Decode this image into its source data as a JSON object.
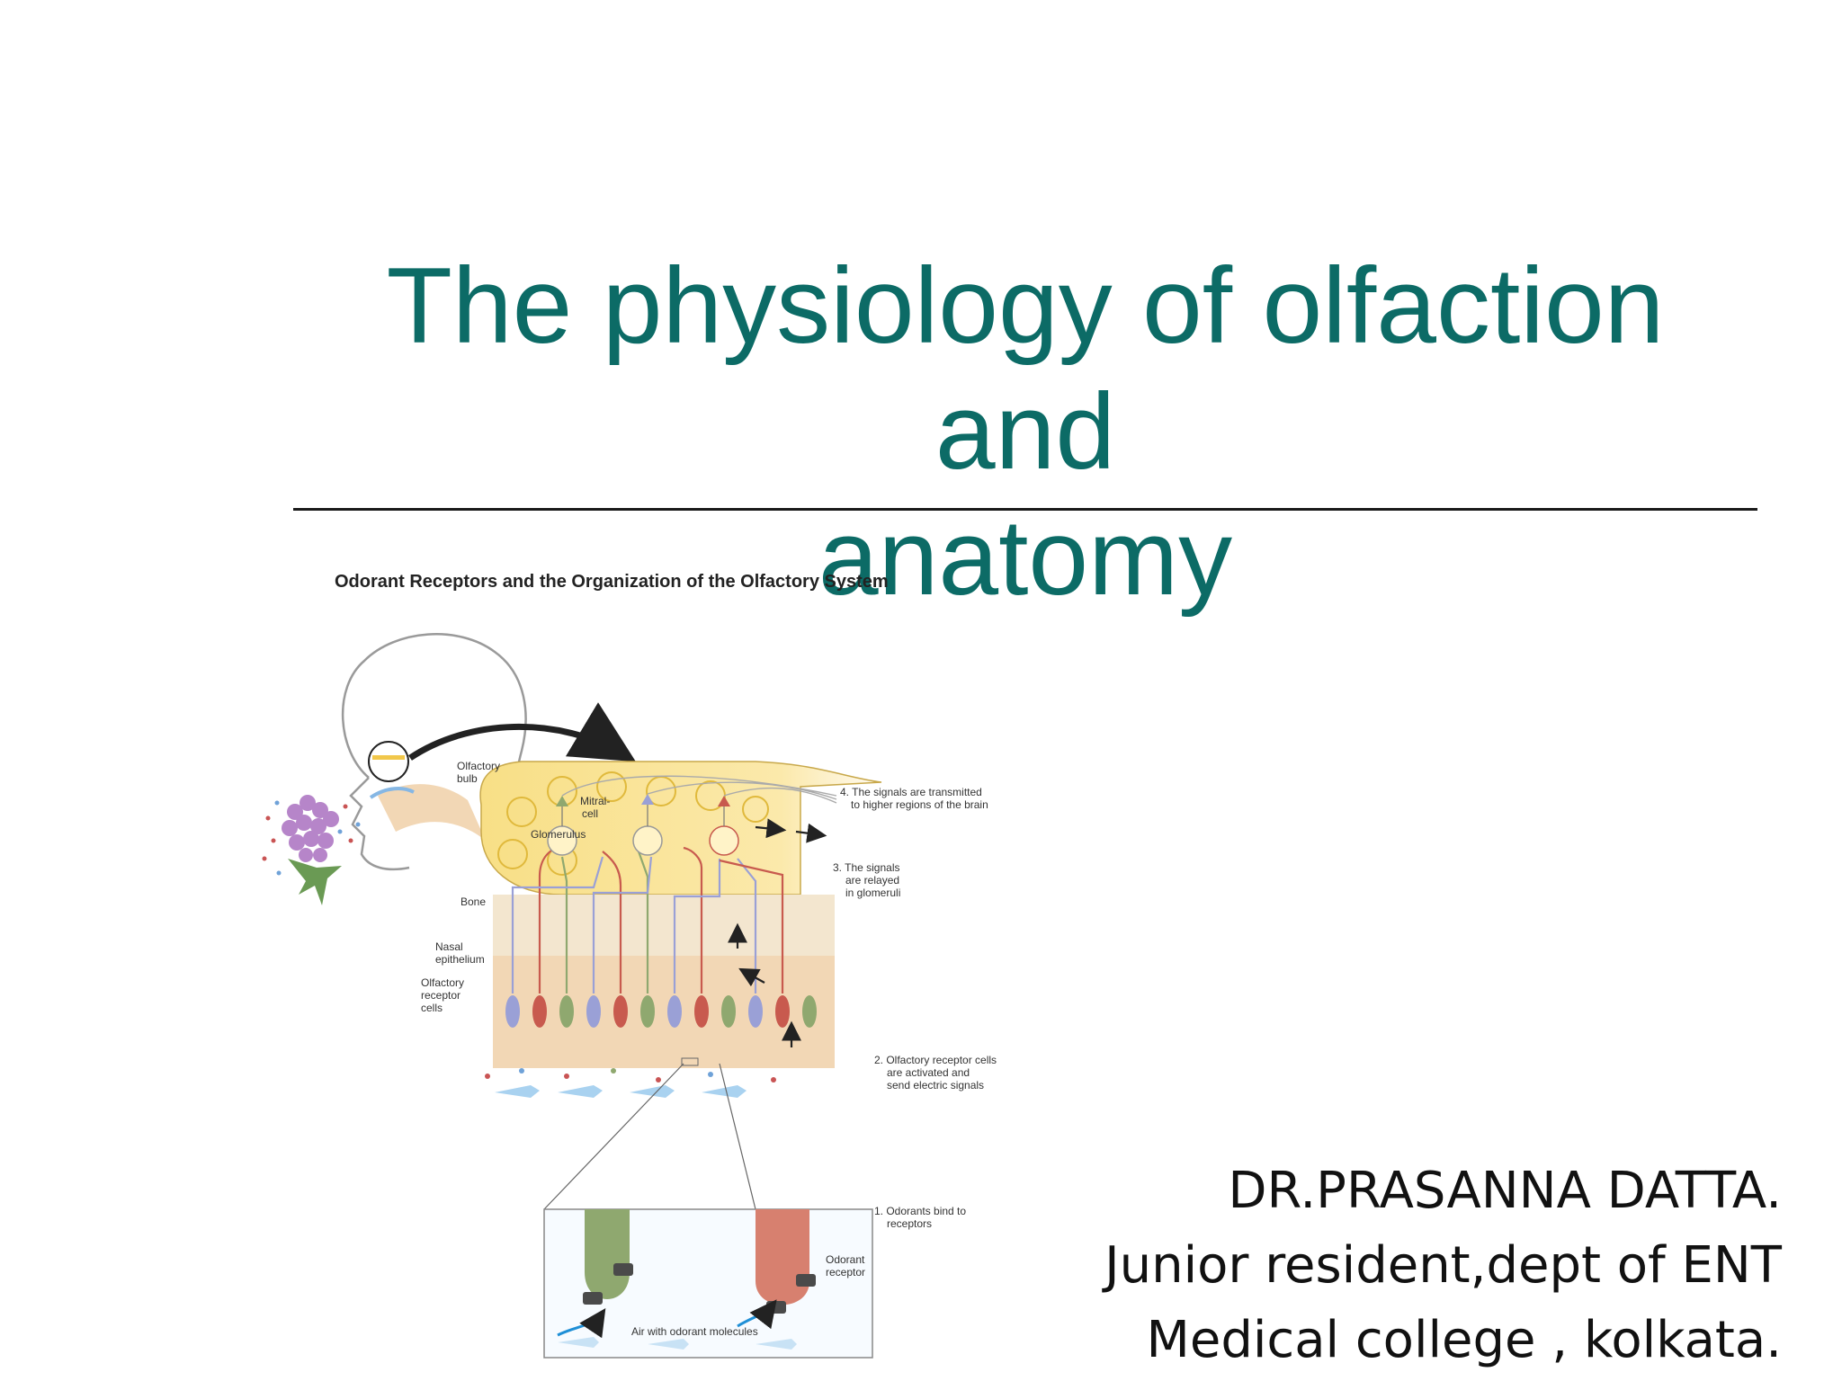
{
  "slide": {
    "title_line1": "The physiology of olfaction and",
    "title_line2": "anatomy",
    "colors": {
      "title": "#0c6b66",
      "rule": "#1a1a1a",
      "text": "#111111"
    }
  },
  "figure": {
    "title": "Odorant Receptors and the Organization of the Olfactory System",
    "labels": {
      "olfactory_bulb": [
        "Olfactory",
        "bulb"
      ],
      "mitral_cell": [
        "Mitral-",
        "cell"
      ],
      "glomerulus": "Glomerulus",
      "bone": "Bone",
      "nasal_epithelium": [
        "Nasal",
        "epithelium"
      ],
      "olfactory_receptor_cells": [
        "Olfactory",
        "receptor",
        "cells"
      ],
      "odorant_receptor": [
        "Odorant",
        "receptor"
      ],
      "air": "Air with odorant molecules"
    },
    "steps": {
      "step1": [
        "1. Odorants bind to",
        "receptors"
      ],
      "step2": [
        "2. Olfactory receptor cells",
        "are activated and",
        "send electric signals"
      ],
      "step3": [
        "3. The signals",
        "are relayed",
        "in glomeruli"
      ],
      "step4": [
        "4. The signals are transmitted",
        "to higher regions of the brain"
      ]
    },
    "icons": [
      "head-profile-icon",
      "lilac-flower-icon",
      "arrow-icon"
    ]
  },
  "author": {
    "name": "DR.PRASANNA DATTA.",
    "position": "Junior resident,dept of ENT",
    "institution": "Medical college , kolkata."
  }
}
